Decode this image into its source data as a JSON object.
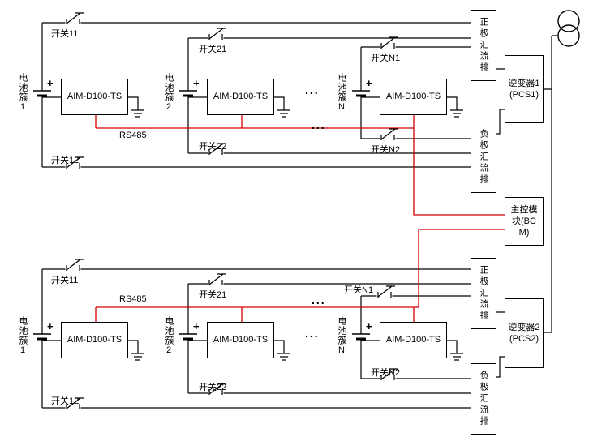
{
  "colors": {
    "wire": "#000000",
    "rs485": "#d40000",
    "background": "#ffffff"
  },
  "bcm": {
    "label": "主控模块(BCM)"
  },
  "sections": {
    "top": {
      "clusters": [
        {
          "battery": "电池簇1",
          "module": "AIM-D100-TS",
          "switch_top": "开关11",
          "switch_bottom": "开关12",
          "polarity": "+"
        },
        {
          "battery": "电池簇2",
          "module": "AIM-D100-TS",
          "switch_top": "开关21",
          "switch_bottom": "开关22",
          "polarity": "+"
        },
        {
          "battery": "电池簇N",
          "module": "AIM-D100-TS",
          "switch_top": "开关N1",
          "switch_bottom": "开关N2",
          "polarity": "+"
        }
      ],
      "rs485": "RS485",
      "positive_bus": "正极汇流排",
      "negative_bus": "负极汇流排",
      "inverter": "逆变器1(PCS1)",
      "ellipsis": "..."
    },
    "bottom": {
      "clusters": [
        {
          "battery": "电池簇1",
          "module": "AIM-D100-TS",
          "switch_top": "开关11",
          "switch_bottom": "开关12",
          "polarity": "+"
        },
        {
          "battery": "电池簇2",
          "module": "AIM-D100-TS",
          "switch_top": "开关21",
          "switch_bottom": "开关22",
          "polarity": "+"
        },
        {
          "battery": "电池簇N",
          "module": "AIM-D100-TS",
          "switch_top": "开关N1",
          "switch_bottom": "开关N2",
          "polarity": "+"
        }
      ],
      "rs485": "RS485",
      "positive_bus": "正极汇流排",
      "negative_bus": "负极汇流排",
      "inverter": "逆变器2(PCS2)",
      "ellipsis": "..."
    }
  }
}
